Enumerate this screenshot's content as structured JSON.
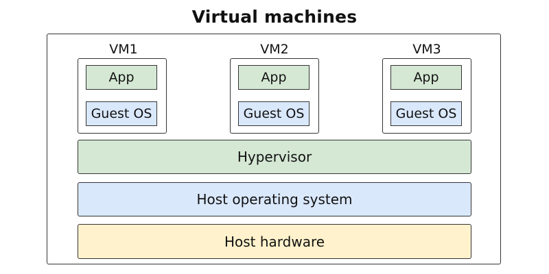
{
  "diagram": {
    "title": "Virtual machines",
    "colors": {
      "green": "#d5e8d4",
      "blue": "#dae8fc",
      "yellow": "#fff2cc",
      "border": "#333333"
    },
    "vms": [
      {
        "label": "VM1",
        "app": "App",
        "os": "Guest OS"
      },
      {
        "label": "VM2",
        "app": "App",
        "os": "Guest OS"
      },
      {
        "label": "VM3",
        "app": "App",
        "os": "Guest OS"
      }
    ],
    "layers": {
      "hypervisor": "Hypervisor",
      "host_os": "Host operating system",
      "hardware": "Host hardware"
    }
  }
}
